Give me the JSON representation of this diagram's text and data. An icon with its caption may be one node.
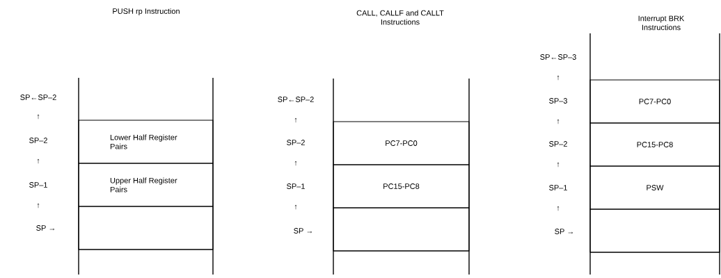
{
  "diagram": {
    "nodes": [
      {
        "text": [
          "Lower Half Register Pairs"
        ]
      },
      {
        "text": [
          "Upper Half Register Pairs"
        ]
      },
      {
        "text": [],
        "shape": "box"
      },
      {
        "text": [
          "PC7-PC0"
        ]
      },
      {
        "text": [
          "PC15-PC8"
        ]
      },
      {
        "text": [],
        "shape": "box"
      },
      {
        "text": [
          "PC7-PC0"
        ]
      },
      {
        "text": [
          "PC15-PC8"
        ]
      },
      {
        "text": [
          "PSW"
        ]
      },
      {
        "text": [],
        "shape": "box"
      }
    ],
    "labels": [
      "PUSH rp Instruction",
      "SP←SP–2",
      "↑",
      "SP–2",
      "↑",
      "SP–1",
      "↑",
      "SP →",
      "CALL, CALLF and CALLT Instructions",
      "SP←SP–2",
      "↑",
      "SP–2",
      "↑",
      "SP–1",
      "↑",
      "SP →",
      "Interrupt BRK Instructions",
      "SP←SP–3",
      "↑",
      "SP–3",
      "↑",
      "SP–2",
      "↑",
      "SP–1",
      "↑",
      "SP →"
    ]
  }
}
